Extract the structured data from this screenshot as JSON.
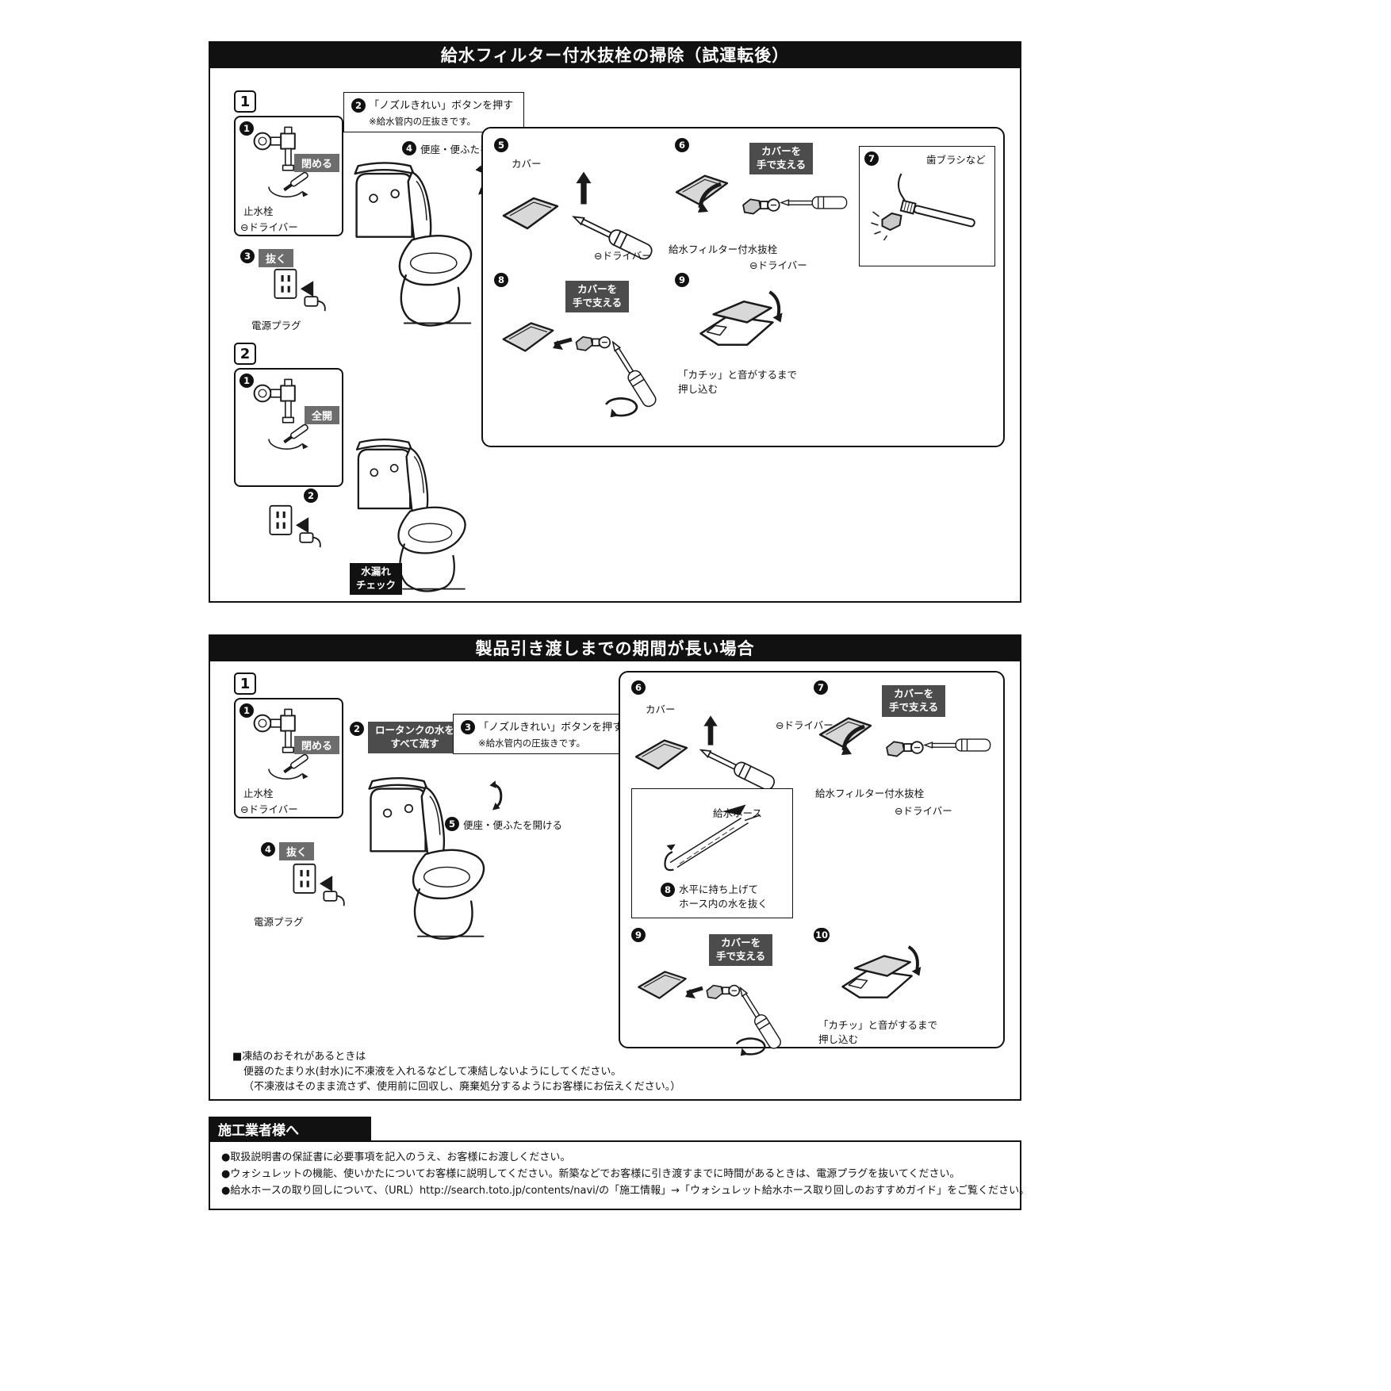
{
  "colors": {
    "header_bg": "#111111",
    "action_badge": "#6d6d6d",
    "hold_badge": "#4c4c4c",
    "leak_badge": "#111111"
  },
  "section1": {
    "title": "給水フィルター付水抜栓の掃除（試運転後）",
    "block1": {
      "marker": "1",
      "valve": {
        "step_no": "1",
        "action": "閉める",
        "stop_valve_label": "止水栓",
        "driver_label": "⊖ドライバー"
      },
      "callout": {
        "step_no": "2",
        "text": "「ノズルきれい」ボタンを押す",
        "note": "※給水管内の圧抜きです。"
      },
      "open_seat": {
        "step_no": "4",
        "text": "便座・便ふたを開ける"
      },
      "unplug": {
        "step_no": "3",
        "action": "抜く"
      },
      "power_plug_label": "電源プラグ"
    },
    "detail": {
      "step5": {
        "no": "5",
        "cover_label": "カバー",
        "driver_label": "⊖ドライバー"
      },
      "step6": {
        "no": "6",
        "hold_line1": "カバーを",
        "hold_line2": "手で支える",
        "valve_label": "給水フィルター付水抜栓",
        "driver_label": "⊖ドライバー"
      },
      "step7": {
        "no": "7",
        "label": "歯ブラシなど"
      },
      "step8": {
        "no": "8",
        "hold_line1": "カバーを",
        "hold_line2": "手で支える"
      },
      "step9": {
        "no": "9",
        "caption_line1": "「カチッ」と音がするまで",
        "caption_line2": "押し込む"
      }
    },
    "block2": {
      "marker": "2",
      "valve": {
        "step_no": "1",
        "action": "全開"
      },
      "unplug_no": "2",
      "leak_line1": "水漏れ",
      "leak_line2": "チェック"
    }
  },
  "section2": {
    "title": "製品引き渡しまでの期間が長い場合",
    "block1": {
      "marker": "1",
      "valve": {
        "step_no": "1",
        "action": "閉める",
        "stop_valve_label": "止水栓",
        "driver_label": "⊖ドライバー"
      },
      "flush": {
        "step_no": "2",
        "line1": "ロータンクの水を",
        "line2": "すべて流す"
      },
      "callout": {
        "step_no": "3",
        "text": "「ノズルきれい」ボタンを押す",
        "note": "※給水管内の圧抜きです。"
      },
      "open_seat": {
        "step_no": "5",
        "text": "便座・便ふたを開ける"
      },
      "unplug": {
        "step_no": "4",
        "action": "抜く"
      },
      "power_plug_label": "電源プラグ"
    },
    "detail": {
      "step6": {
        "no": "6",
        "cover_label": "カバー",
        "driver_label": "⊖ドライバー"
      },
      "step7": {
        "no": "7",
        "hold_line1": "カバーを",
        "hold_line2": "手で支える",
        "valve_label": "給水フィルター付水抜栓",
        "driver_label": "⊖ドライバー"
      },
      "step8": {
        "no": "8",
        "hose_label": "給水ホース",
        "caption_line1": "水平に持ち上げて",
        "caption_line2": "ホース内の水を抜く"
      },
      "step9": {
        "no": "9",
        "hold_line1": "カバーを",
        "hold_line2": "手で支える"
      },
      "step10": {
        "no": "10",
        "caption_line1": "「カチッ」と音がするまで",
        "caption_line2": "押し込む"
      }
    },
    "freeze_note": {
      "line1": "■凍結のおそれがあるときは",
      "line2": "便器のたまり水(封水)に不凍液を入れるなどして凍結しないようにしてください。",
      "line3": "（不凍液はそのまま流さず、使用前に回収し、廃棄処分するようにお客様にお伝えください。）"
    }
  },
  "section3": {
    "title": "施工業者様へ",
    "bullets": [
      "●取扱説明書の保証書に必要事項を記入のうえ、お客様にお渡しください。",
      "●ウォシュレットの機能、使いかたについてお客様に説明してください。新築などでお客様に引き渡すまでに時間があるときは、電源プラグを抜いてください。",
      "●給水ホースの取り回しについて、（URL）http://search.toto.jp/contents/navi/の「施工情報」→「ウォシュレット給水ホース取り回しのおすすめガイド」をご覧ください。"
    ]
  }
}
